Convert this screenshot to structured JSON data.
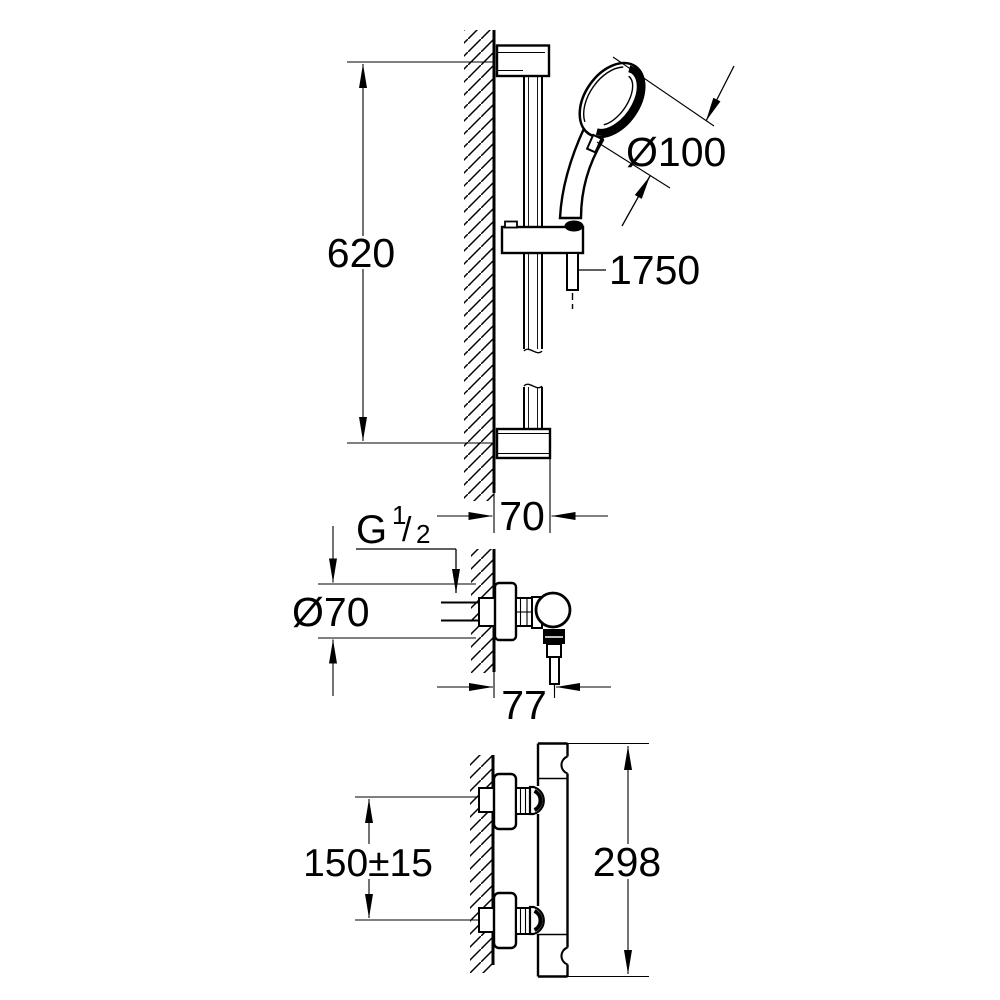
{
  "labels": {
    "rail_height": "620",
    "head_diameter": "Ø100",
    "hose_length": "1750",
    "rail_offset": "70",
    "thread_g": "G",
    "thread_num": "1",
    "thread_slash": "/",
    "thread_den": "2",
    "flange_diameter": "Ø70",
    "valve_depth": "77",
    "inlet_spacing": "150±15",
    "mixer_height": "298"
  },
  "colors": {
    "ink": "#000000",
    "background": "#ffffff"
  }
}
